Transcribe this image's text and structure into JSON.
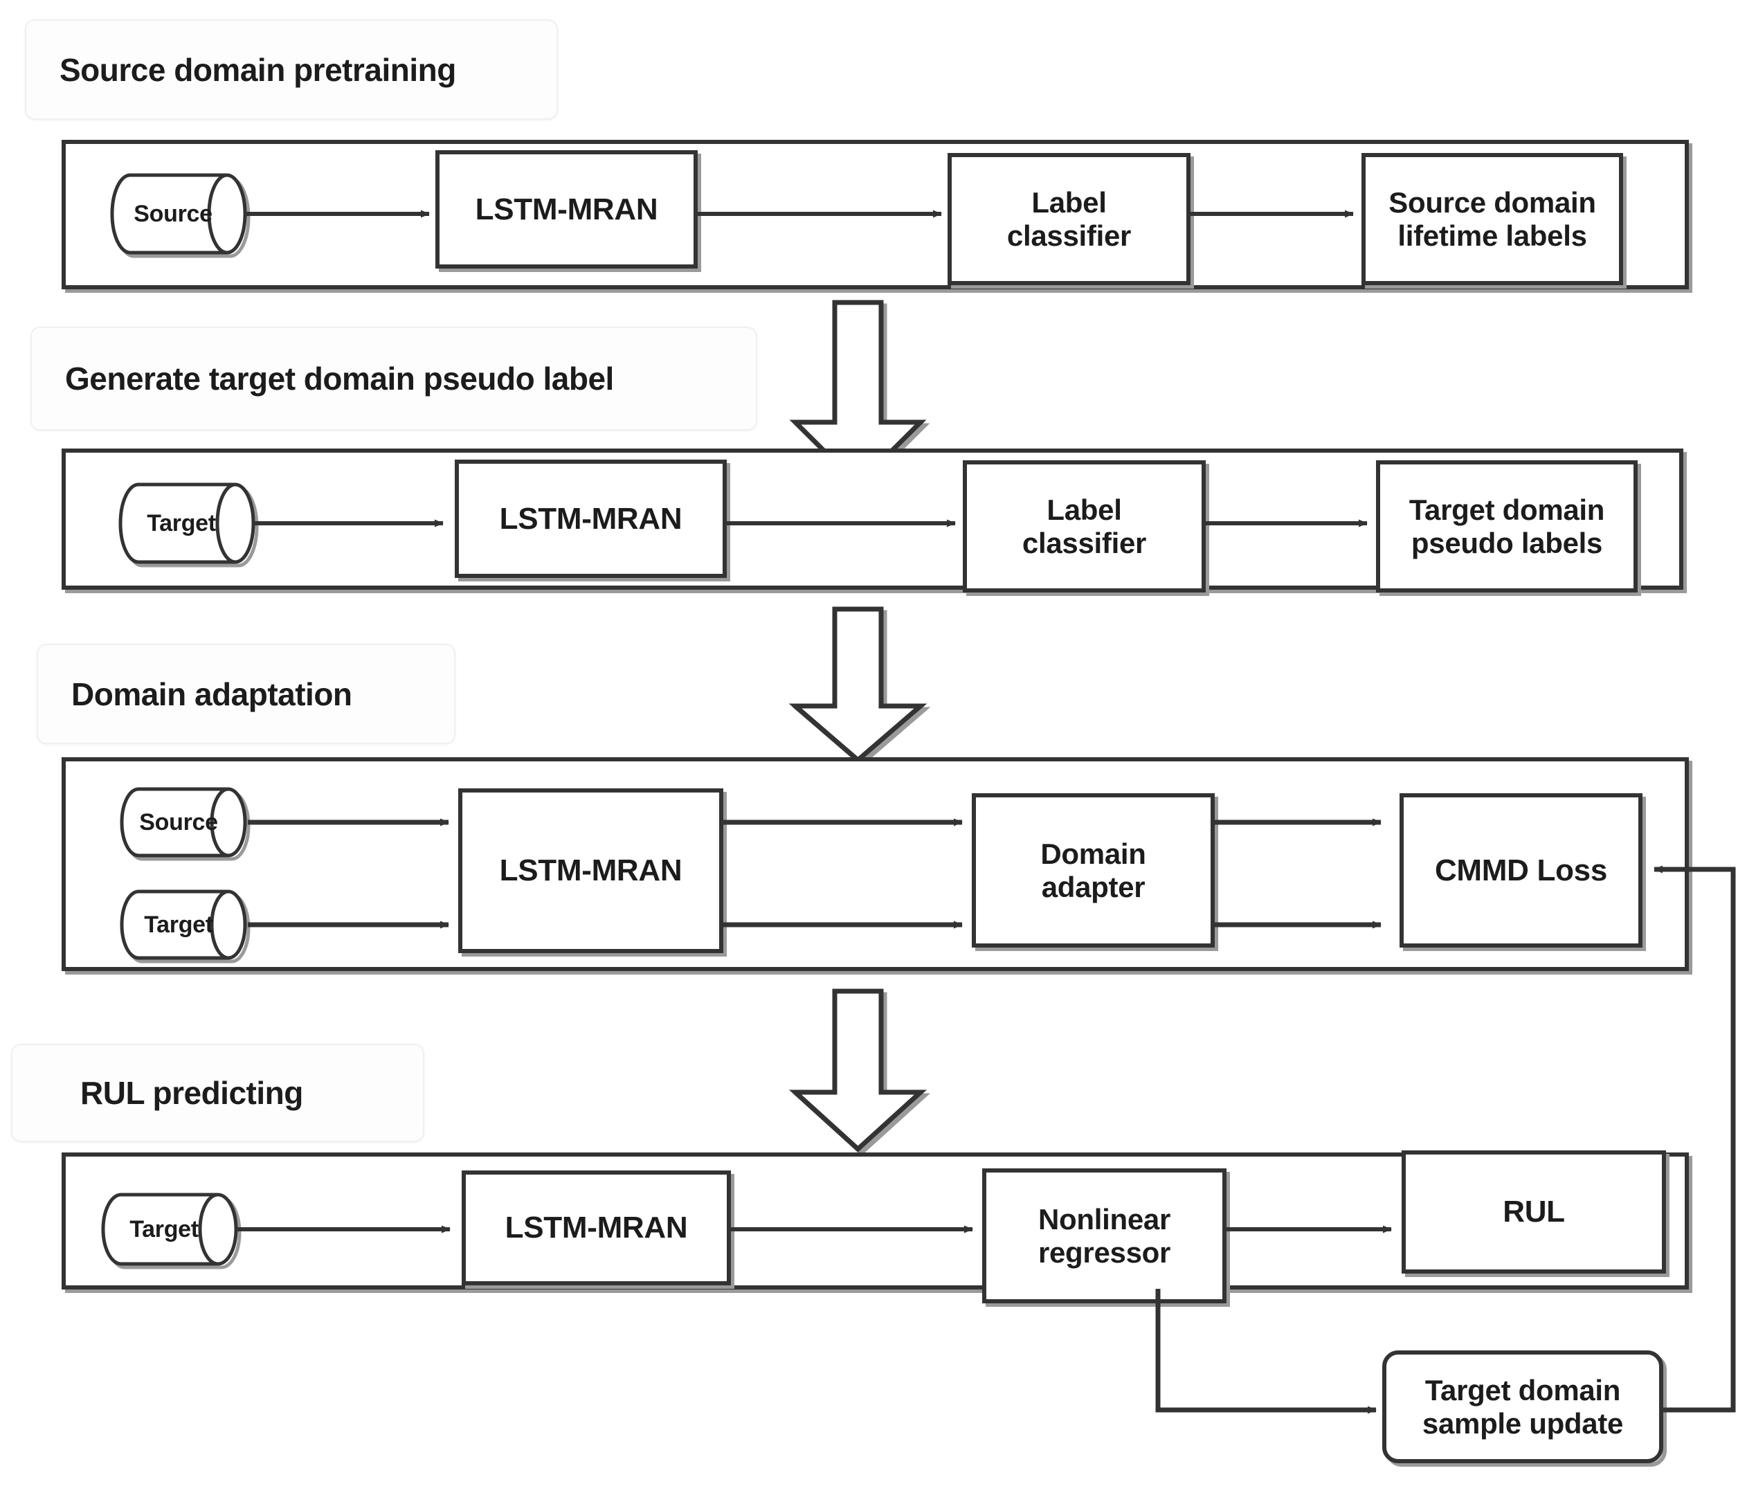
{
  "figure": {
    "title": "Transfer learning RUL prediction framework flowchart",
    "colors": {
      "stroke": "#333333",
      "shadow": "#8a8a8a",
      "text": "#1c1c1c",
      "background": "#ffffff",
      "pill_fill": "#fdfdfd",
      "pill_border": "#f0f0f0"
    }
  },
  "sections": [
    {
      "id": "source-domain-pretraining",
      "label": "Source domain pretraining",
      "nodes": {
        "datasource": "Source",
        "feature_extractor": "LSTM-MRAN",
        "classifier": "Label\nclassifier",
        "output": "Source domain\nlifetime labels"
      }
    },
    {
      "id": "generate-target-domain-pseudo-label",
      "label": "Generate target domain pseudo label",
      "nodes": {
        "datasource": "Target",
        "feature_extractor": "LSTM-MRAN",
        "classifier": "Label\nclassifier",
        "output": "Target domain\npseudo labels"
      }
    },
    {
      "id": "domain-adaptation",
      "label": "Domain adaptation",
      "nodes": {
        "datasource_source": "Source",
        "datasource_target": "Target",
        "feature_extractor": "LSTM-MRAN",
        "adapter": "Domain\nadapter",
        "loss": "CMMD Loss"
      }
    },
    {
      "id": "rul-predicting",
      "label": "RUL predicting",
      "nodes": {
        "datasource": "Target",
        "feature_extractor": "LSTM-MRAN",
        "regressor": "Nonlinear\nregressor",
        "output": "RUL"
      }
    }
  ],
  "feedback": {
    "update_box": "Target domain\nsample update"
  },
  "labels": {
    "section1_title": "Source domain pretraining",
    "section2_title": "Generate target domain pseudo label",
    "section3_title": "Domain adaptation",
    "section4_title": "RUL predicting",
    "source": "Source",
    "target": "Target",
    "lstm_mran": "LSTM-MRAN",
    "label_classifier_l1": "Label",
    "label_classifier_l2": "classifier",
    "source_lifetime_l1": "Source domain",
    "source_lifetime_l2": "lifetime labels",
    "target_pseudo_l1": "Target domain",
    "target_pseudo_l2": "pseudo labels",
    "domain_adapter_l1": "Domain",
    "domain_adapter_l2": "adapter",
    "cmmd_loss": "CMMD Loss",
    "nonlinear_l1": "Nonlinear",
    "nonlinear_l2": "regressor",
    "rul": "RUL",
    "update_l1": "Target domain",
    "update_l2": "sample update"
  }
}
